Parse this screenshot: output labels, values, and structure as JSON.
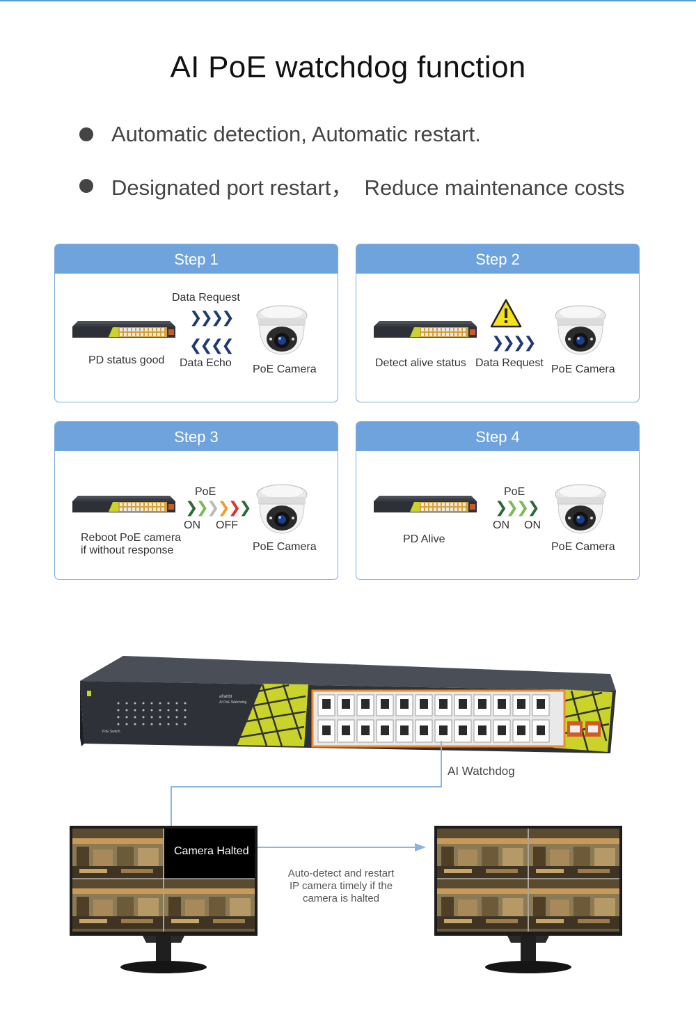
{
  "title": "AI PoE watchdog function",
  "bullets": [
    "Automatic detection, Automatic restart.",
    "Designated port restart，  Reduce maintenance costs"
  ],
  "steps": [
    {
      "header": "Step 1",
      "switch_label": "PD status good",
      "top_label": "Data Request",
      "bottom_label": "Data Echo",
      "camera_label": "PoE Camera"
    },
    {
      "header": "Step 2",
      "switch_label": "Detect alive status",
      "mid_label": "Data Request",
      "camera_label": "PoE Camera"
    },
    {
      "header": "Step 3",
      "switch_label_1": "Reboot PoE camera",
      "switch_label_2": "if without response",
      "top_label": "PoE",
      "left_state": "ON",
      "right_state": "OFF",
      "camera_label": "PoE Camera"
    },
    {
      "header": "Step 4",
      "switch_label": "PD Alive",
      "top_label": "PoE",
      "left_state": "ON",
      "right_state": "ON",
      "camera_label": "PoE Camera"
    }
  ],
  "switch_panel": {
    "standard": "af/at/bt",
    "feature": "AI PoE Watchdog",
    "model": "PoE Switch"
  },
  "watchdog_label": "AI Watchdog",
  "monitor_left_label": "Camera Halted",
  "description": [
    "Auto-detect and restart",
    "IP camera timely if the",
    "camera is halted"
  ],
  "colors": {
    "accent": "#6fa3dd",
    "border": "#7aa9dc",
    "connector": "#8ab4e0",
    "port_highlight": "#f08a2c"
  }
}
